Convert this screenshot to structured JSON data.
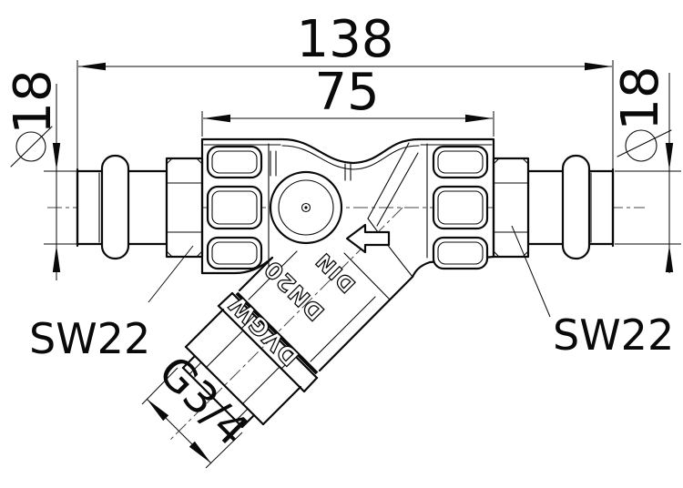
{
  "drawing": {
    "dimensions": {
      "overall_length": "138",
      "body_length": "75",
      "pipe_diameter_left": "18",
      "pipe_diameter_right": "18",
      "wrench_size_left": "SW22",
      "wrench_size_right": "SW22",
      "strainer_thread": "G3/4"
    },
    "markings": {
      "certification": "DVGW",
      "nominal_size": "DN20",
      "standard": "DIN"
    },
    "colors": {
      "line": "#0a0a0a",
      "background": "#ffffff",
      "centerline": "#444444"
    }
  }
}
